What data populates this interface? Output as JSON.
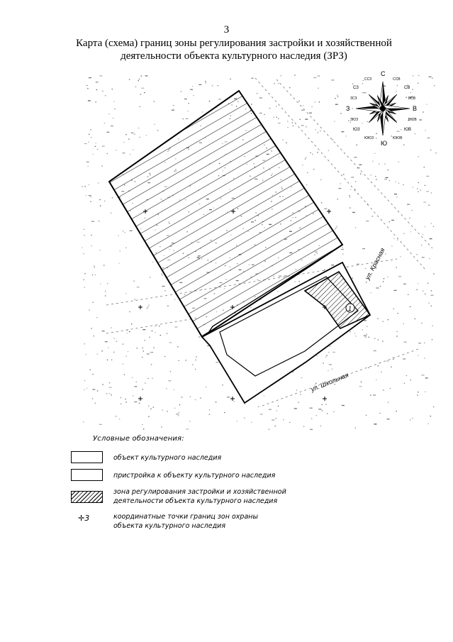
{
  "page": {
    "number": "3",
    "title_line1": "Карта (схема) границ зоны регулирования застройки и хозяйственной",
    "title_line2": "деятельности объекта культурного наследия (ЗРЗ)"
  },
  "map": {
    "streets": [
      "ул. Красная",
      "ул. Школьная"
    ],
    "heritage_object_label": "1",
    "compass": {
      "labels": [
        "С",
        "ССВ",
        "СВ",
        "ВСВ",
        "В",
        "ВЮВ",
        "ЮВ",
        "ЮЮВ",
        "Ю",
        "ЮЮЗ",
        "ЮЗ",
        "ЗЮЗ",
        "З",
        "ЗСЗ",
        "СЗ",
        "ССЗ"
      ]
    }
  },
  "legend": {
    "title": "Условные обозначения:",
    "items": [
      {
        "label": "объект культурного наследия"
      },
      {
        "label": "пристройка к объекту культурного наследия"
      },
      {
        "label": "зона регулирования застройки и хозяйственной деятельности объекта культурного наследия"
      },
      {
        "symbol": "✛3",
        "label": "координатные точки границ зон охраны объекта культурного наследия"
      }
    ]
  }
}
